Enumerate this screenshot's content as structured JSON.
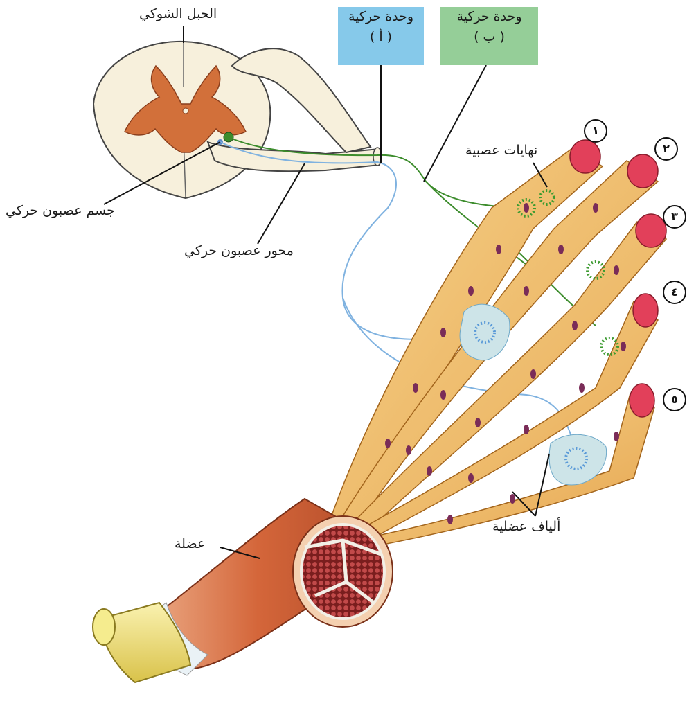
{
  "labels": {
    "spinal_cord": "الحبل الشوكي",
    "motor_neuron_body": "جسم عصبون حركي",
    "motor_neuron_axon": "محور عصبون حركي",
    "nerve_endings": "نهايات عصبية",
    "muscle_fibers": "ألياف عضلية",
    "muscle": "عضلة"
  },
  "motor_units": {
    "a": {
      "line1": "وحدة حركية",
      "line2": "( أ )",
      "color": "#86c9ea",
      "nerve_color": "#7fb2e0"
    },
    "b": {
      "line1": "وحدة حركية",
      "line2": "( ب )",
      "color": "#95ce98",
      "nerve_color": "#3c8c2c"
    }
  },
  "fiber_numbers": [
    "١",
    "٢",
    "٣",
    "٤",
    "٥"
  ],
  "colors": {
    "fiber": "#f0be6c",
    "fiber_end": "#e2405a",
    "nucleus": "#7a2c58",
    "gray_matter": "#d2703a",
    "muscle": "#d4663a",
    "tendon": "#f0e27a"
  }
}
